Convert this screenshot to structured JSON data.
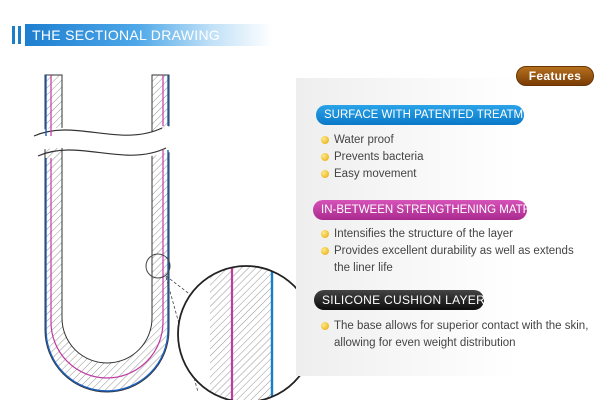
{
  "header": {
    "title": "THE SECTIONAL DRAWING"
  },
  "features_button": "Features",
  "colors": {
    "blue": "#1a7fc8",
    "pink": "#c03aa4",
    "black": "#111111",
    "brown": "#8a4a0c",
    "bullet": "#f0b400"
  },
  "sections": [
    {
      "label": "SURFACE WITH PATENTED TREATMENT",
      "items": [
        "Water proof",
        "Prevents bacteria",
        "Easy movement"
      ]
    },
    {
      "label": "IN-BETWEEN STRENGTHENING MATRIX",
      "items": [
        "Intensifies the structure of the layer",
        "Provides excellent durability as well as extends the liner life"
      ]
    },
    {
      "label": "SILICONE CUSHION LAYER",
      "items": [
        "The base allows for superior contact with the skin, allowing for even weight distribution"
      ]
    }
  ]
}
